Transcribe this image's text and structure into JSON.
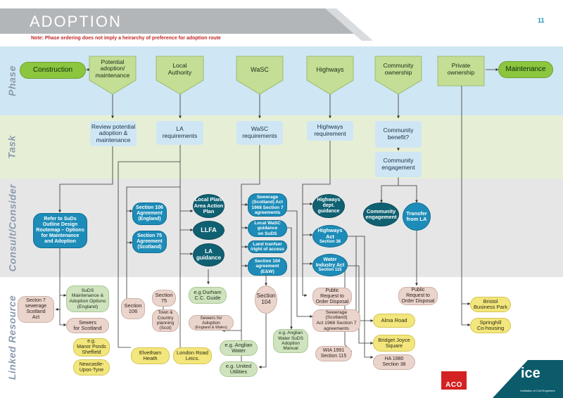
{
  "header": {
    "title": "ADOPTION",
    "page_number": "11",
    "note": "Note: Phase ordering does not imply a heirarchy of preference for adoption route"
  },
  "bands": {
    "phase": "Phase",
    "task": "Task",
    "consult": "Consult/Consider",
    "linked": "Linked Resource"
  },
  "phase": {
    "construction": "Construction",
    "potential": "Potential\nadoption/\nmaintenance",
    "local_authority": "Local\nAuthority",
    "wasc": "WaSC",
    "highways": "Highways",
    "community": "Community\nownership",
    "private": "Private\nownership",
    "maintenance": "Maintenance"
  },
  "task": {
    "review": "Review potential\nadoption &\nmaintenance",
    "la_req": "LA\nrequirements",
    "wasc_req": "WaSC\nrequirements",
    "highways_req": "Highways\nrequirement",
    "community_benefit": "Community\nbenefit?",
    "community_engagement": "Community\nengagement"
  },
  "consult": {
    "refer": "Refer to SuDs\nOutline Design\nRoutemap – Options\nfor Maintenance\nand Adoption",
    "section106": "Section 106\nAgreement\n(England)",
    "section75": "Section 75\nAgreement\n(Scotland)",
    "local_plan": "Local Plan/\nArea Action\nPlan",
    "llfa": "LLFA",
    "la_guidance": "LA\nguidance",
    "sewerage_act": "Sewerage\n(Scotland) Act\n1968 Section 7\nagreements",
    "local_wasc": "Local WaSC\nguidance\non SuDS",
    "land_transfer": "Land tranfser\n/right of access",
    "section104": "Section 104\nagreement\n(E&W)",
    "highways_dept": "Highways\ndept.\nguidance",
    "highways_act_title": "Highways\nAct",
    "highways_act_sub": "Section 38",
    "water_act_title": "Water\nIndustry Act",
    "water_act_sub": "Section 115",
    "community_engagement": "Community\nengagement",
    "transfer": "Transfer\nfrom LA"
  },
  "linked": {
    "section7": "Secton 7\nsewerage\nScotland\nAct",
    "suds_manual": "SuDS\nMaintenance &\nAdoption Options\n(England)",
    "sewers_scotland": "Sewers\nfor Scotland",
    "manor_ponds": "e.g.\nManor Ponds\nSheffield",
    "newcastle": "Newcastle-\nUpon-Tyne",
    "section106": "Section\n106",
    "section75": "Section\n75",
    "town_country": "Town &\nCountry\nplanning\n(Scot)",
    "elvetham": "Elvetham\nHeath",
    "london_road": "London Road\nLeics.",
    "durham": "e.g Durham\nC.C. Guide",
    "sewers_adoption_title": "Sewers for\nAdoption",
    "sewers_adoption_sub": "(England & Wales)",
    "section104": "Section\n104",
    "anglian_water": "e.g. Anglian\nWater",
    "united_utilities": "e.g. United\nUtilities",
    "anglian_manual": "e.g. Anglian\nWater SuDS\nAdoption\nManual",
    "public_request_1": "Public\nRequest to\nOrder Disposal",
    "sewerage_act": "Sewerage\n(Scotland)\nAct 1968 Section 7\nagreements",
    "wia": "WIA 1991\nSection 115",
    "alma_road": "Alma Road",
    "bridget_joyce": "Bridget Joyce\nSquare",
    "ha1980": "HA 1980\nSection 38",
    "public_request_2": "Public\nRequest to\nOrder Disposal",
    "bristol": "Bristol\nBusiness Park",
    "springhill": "Springhill\nCo-housing"
  },
  "logos": {
    "aco": "ACO",
    "ice": "ice",
    "ice_sub": "Institution of Civil Engineers"
  },
  "colors": {
    "phase_band": "#cfe6f4",
    "task_band": "#e6efd6",
    "consult_band": "#e6e6e6",
    "header_grey": "#b3b6b9",
    "teal": "#0f6172",
    "blue": "#1d8cb8",
    "green": "#8cc63f",
    "aco_red": "#d42121",
    "ice_teal": "#0b5b6b"
  }
}
